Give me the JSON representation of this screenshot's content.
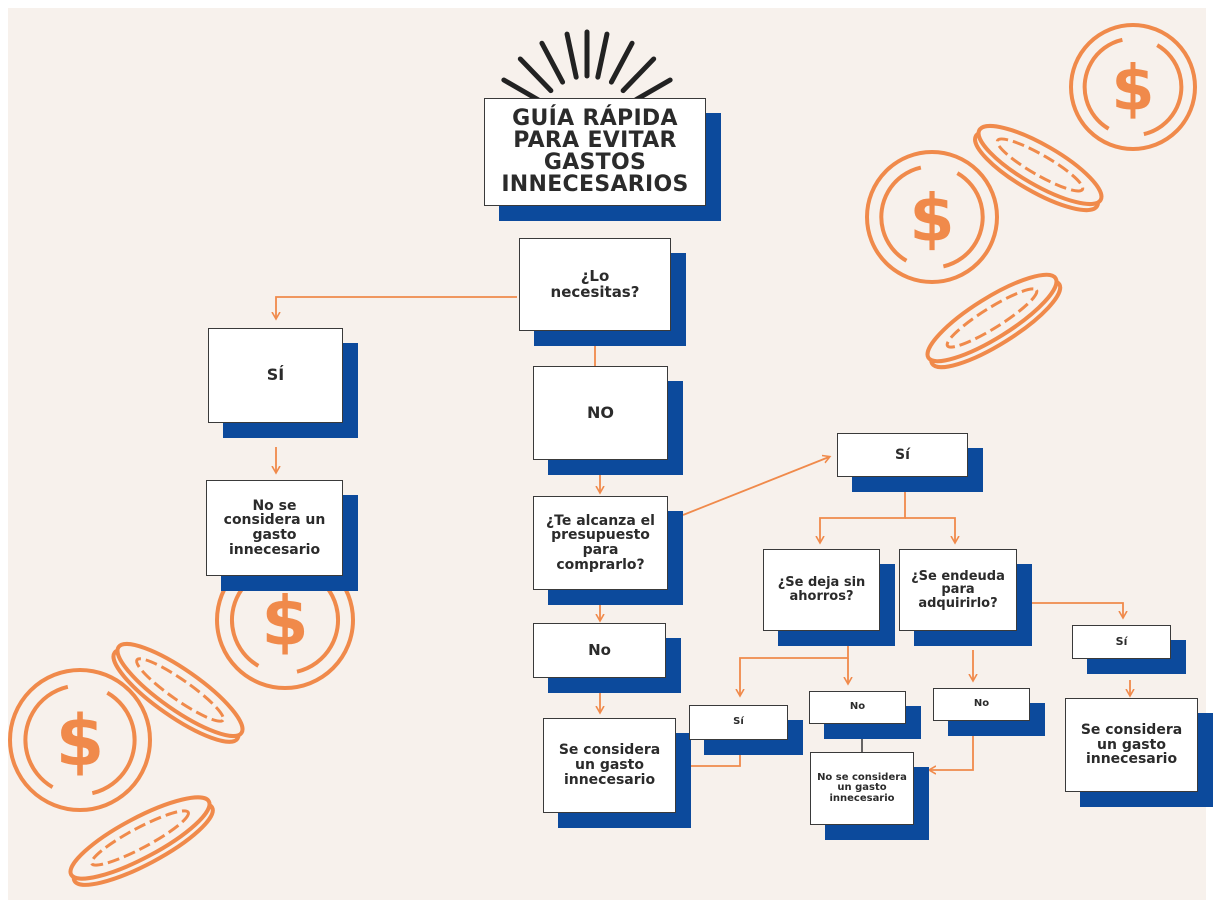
{
  "colors": {
    "background": "#f7f1ec",
    "accent_orange": "#f08a4b",
    "shadow_blue": "#0c4a9c",
    "text_dark": "#2b2b2b"
  },
  "title": "GUÍA RÁPIDA PARA EVITAR GASTOS INNECESARIOS",
  "nodes": {
    "q_need": "¿Lo necesitas?",
    "yes_need": "SÍ",
    "not_unnecessary_left": "No se considera un gasto innecesario",
    "no_need": "NO",
    "q_budget": "¿Te alcanza el presupuesto para comprarlo?",
    "no_budget": "No",
    "unnecessary_center": "Se considera un gasto innecesario",
    "yes_budget": "Sí",
    "q_savings": "¿Se deja sin ahorros?",
    "q_debt": "¿Se endeuda para adquirirlo?",
    "yes_debt": "Sí",
    "unnecessary_right": "Se considera un gasto innecesario",
    "yes_savings": "Sí",
    "no_savings": "No",
    "no_debt": "No",
    "not_unnecessary_bottom": "No se considera un gasto innecesario"
  },
  "decorations": {
    "coin_symbol": "$",
    "icons": [
      "coin-icon",
      "burst-lines-icon"
    ]
  }
}
